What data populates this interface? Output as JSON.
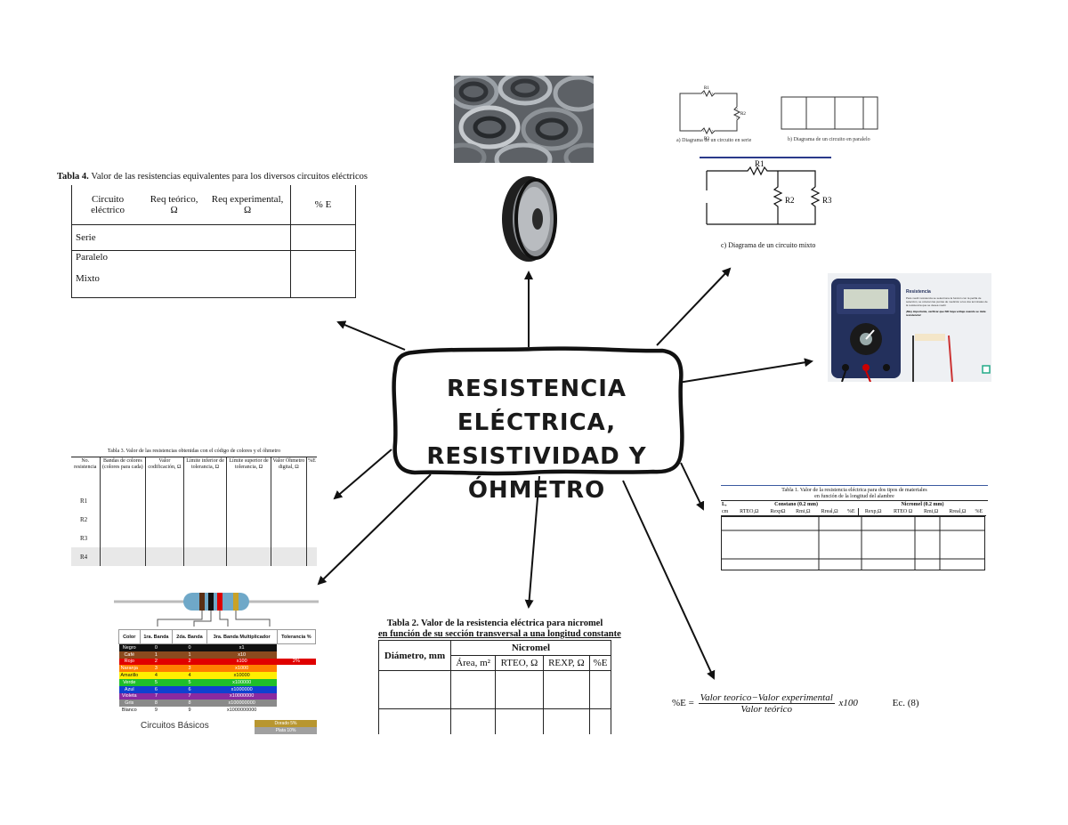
{
  "center": {
    "line1": "Resistencia eléctrica,",
    "line2": "resistividad y óhmetro"
  },
  "table4": {
    "caption_bold": "Tabla 4.",
    "caption_text": "Valor de las resistencias equivalentes para los diversos circuitos eléctricos",
    "headers": [
      "Circuito eléctrico",
      "Req teórico, Ω",
      "Req experimental, Ω",
      "% E"
    ],
    "rows": [
      "Serie",
      "Paralelo",
      "Mixto"
    ]
  },
  "table3": {
    "caption": "Tabla 3. Valor de las resistencias obtenidas con el código de colores y el óhmetro",
    "headers": [
      "No. resistencia",
      "Bandas de colores (colores para cada)",
      "Valor codificación, Ω",
      "Límite inferior de tolerancia, Ω",
      "Límite superior de tolerancia, Ω",
      "Valor Óhmetro digital, Ω",
      "%E"
    ],
    "rows": [
      "R1",
      "R2",
      "R3",
      "R4"
    ]
  },
  "resistor_table": {
    "headers": [
      "Color",
      "1ra. Banda",
      "2da. Banda",
      "3ra. Banda Multiplicador",
      "Tolerancia %"
    ],
    "rows": [
      {
        "color": "Negro",
        "b1": "0",
        "b2": "0",
        "mult": "x1",
        "tol": "",
        "bg": "#111111"
      },
      {
        "color": "Café",
        "b1": "1",
        "b2": "1",
        "mult": "x10",
        "tol": "",
        "bg": "#8b4a1e"
      },
      {
        "color": "Rojo",
        "b1": "2",
        "b2": "2",
        "mult": "x100",
        "tol": "2%",
        "bg": "#e00000"
      },
      {
        "color": "Naranja",
        "b1": "3",
        "b2": "3",
        "mult": "x1000",
        "tol": "",
        "bg": "#ff7f00"
      },
      {
        "color": "Amarillo",
        "b1": "4",
        "b2": "4",
        "mult": "x10000",
        "tol": "",
        "bg": "#ffee00"
      },
      {
        "color": "Verde",
        "b1": "5",
        "b2": "5",
        "mult": "x100000",
        "tol": "",
        "bg": "#1fbf2a"
      },
      {
        "color": "Azul",
        "b1": "6",
        "b2": "6",
        "mult": "x1000000",
        "tol": "",
        "bg": "#1040d0"
      },
      {
        "color": "Violeta",
        "b1": "7",
        "b2": "7",
        "mult": "x10000000",
        "tol": "",
        "bg": "#8a2aa0"
      },
      {
        "color": "Gris",
        "b1": "8",
        "b2": "8",
        "mult": "x100000000",
        "tol": "",
        "bg": "#8a8a8a"
      },
      {
        "color": "Blanco",
        "b1": "9",
        "b2": "9",
        "mult": "x1000000000",
        "tol": "",
        "bg": "#ffffff"
      }
    ],
    "footer": "Circuitos Básicos",
    "gold": "Dorado  5%",
    "silver": "Plata  10%"
  },
  "table2": {
    "caption_line1": "Tabla 2. Valor de la resistencia eléctrica para nicromel",
    "caption_line2": "en función de su sección transversal a una longitud constante",
    "col1": "Diámetro, mm",
    "group": "Nicromel",
    "subs": [
      "Área, m²",
      "RTEO, Ω",
      "REXP, Ω",
      "%E"
    ]
  },
  "table1": {
    "caption_line1": "Tabla 1. Valor de la resistencia eléctrica para dos tipos de materiales",
    "caption_line2": "en función de la longitud del alambre",
    "col_l": "L,",
    "col_cm": "cm",
    "group1": "Constano (0.2 mm)",
    "group2": "Nicromel (0.2 mm)",
    "subs": [
      "RTEO,Ω",
      "RexpΩ",
      "Rmi,Ω",
      "Rreal,Ω",
      "%E",
      "Rexp,Ω",
      "RTEO Ω",
      "Rmi,Ω",
      "Rreal,Ω",
      "%E"
    ]
  },
  "formula": {
    "lhs": "%E =",
    "numerator": "Valor teorico−Valor experimental",
    "denominator": "Valor teórico",
    "times": "x100",
    "eq": "Ec. (8)"
  },
  "circuits": {
    "a_caption": "a) Diagrama de un circuito en serie",
    "b_caption": "b) Diagrama de un circuito en paralelo",
    "c_caption": "c) Diagrama de un circuito mixto",
    "labels": [
      "R1",
      "R2",
      "R3"
    ]
  },
  "multimeter": {
    "title": "Resistencia",
    "body": "Para medir resistencia se selecciona la función con la perilla de selección, se colocan las puntas de medición a los dos terminales de la resistencia que se desea medir.",
    "warning": "¡Muy importante, verificar que NO haya voltaje cuando se mide resistencia!"
  }
}
